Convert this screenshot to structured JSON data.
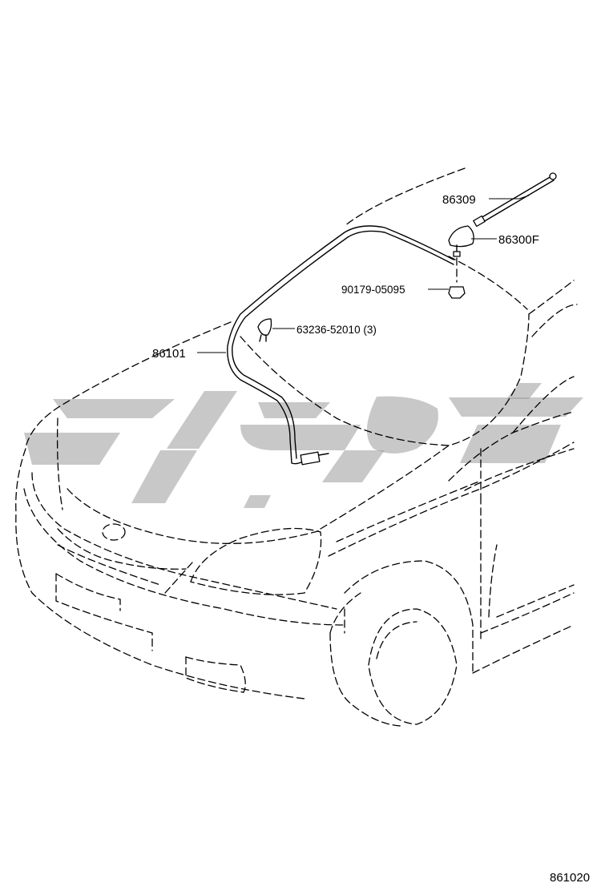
{
  "diagram": {
    "parts": {
      "antenna_rod": "86309",
      "antenna_base": "86300F",
      "nut": "90179-05095",
      "clip": "63236-52010 (3)",
      "cable": "86101"
    },
    "figure_number": "861020"
  },
  "colors": {
    "line": "#000000",
    "watermark": "#9a9a9a",
    "background": "#ffffff"
  }
}
